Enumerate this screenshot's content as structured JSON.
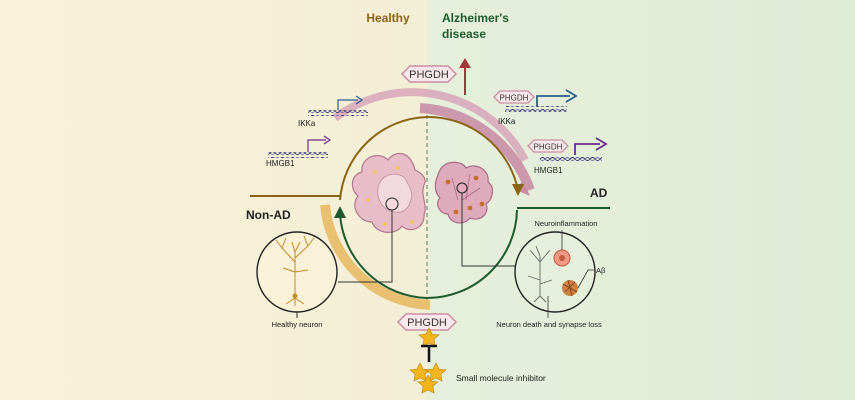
{
  "headers": {
    "healthy": "Healthy",
    "ad_line1": "Alzheimer's",
    "ad_line2": "disease"
  },
  "side_labels": {
    "non_ad": "Non-AD",
    "ad": "AD"
  },
  "genes": {
    "ikka": "IKKa",
    "hmgb1": "HMGB1"
  },
  "phgdh": "PHGDH",
  "callouts": {
    "healthy_neuron": "Healthy neuron",
    "neuroinflammation": "Neuroinflammation",
    "abeta": "Aβ",
    "neuron_death": "Neuron death and synapse loss",
    "inhibitor": "Small molecule inhibitor"
  },
  "colors": {
    "healthy_bg": "#f8f0d5",
    "ad_bg": "#e3eed9",
    "healthy_accent": "#8a6414",
    "ad_accent": "#1f5a2e",
    "pink": "#d7a5b8",
    "gold": "#e8c070",
    "up_arrow": "#a3373a",
    "ikka_arrow": "#2c5d8c",
    "hmgb1_arrow": "#6a2c8e"
  }
}
